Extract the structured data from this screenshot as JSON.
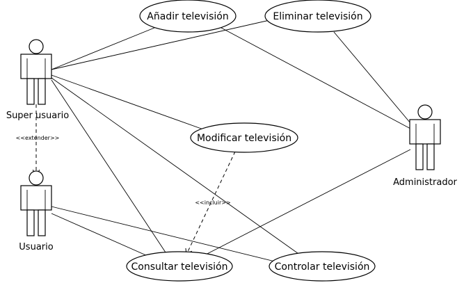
{
  "diagram": {
    "use_cases": {
      "anadir": "Añadir televisión",
      "eliminar": "Eliminar televisión",
      "modificar": "Modificar televisión",
      "consultar": "Consultar televisión",
      "controlar": "Controlar televisión"
    },
    "actors": {
      "super": "Super usuario",
      "usuario": "Usuario",
      "admin": "Administrador"
    },
    "stereotypes": {
      "extend": "<<extender>>",
      "include": "<<incluir>>"
    }
  }
}
